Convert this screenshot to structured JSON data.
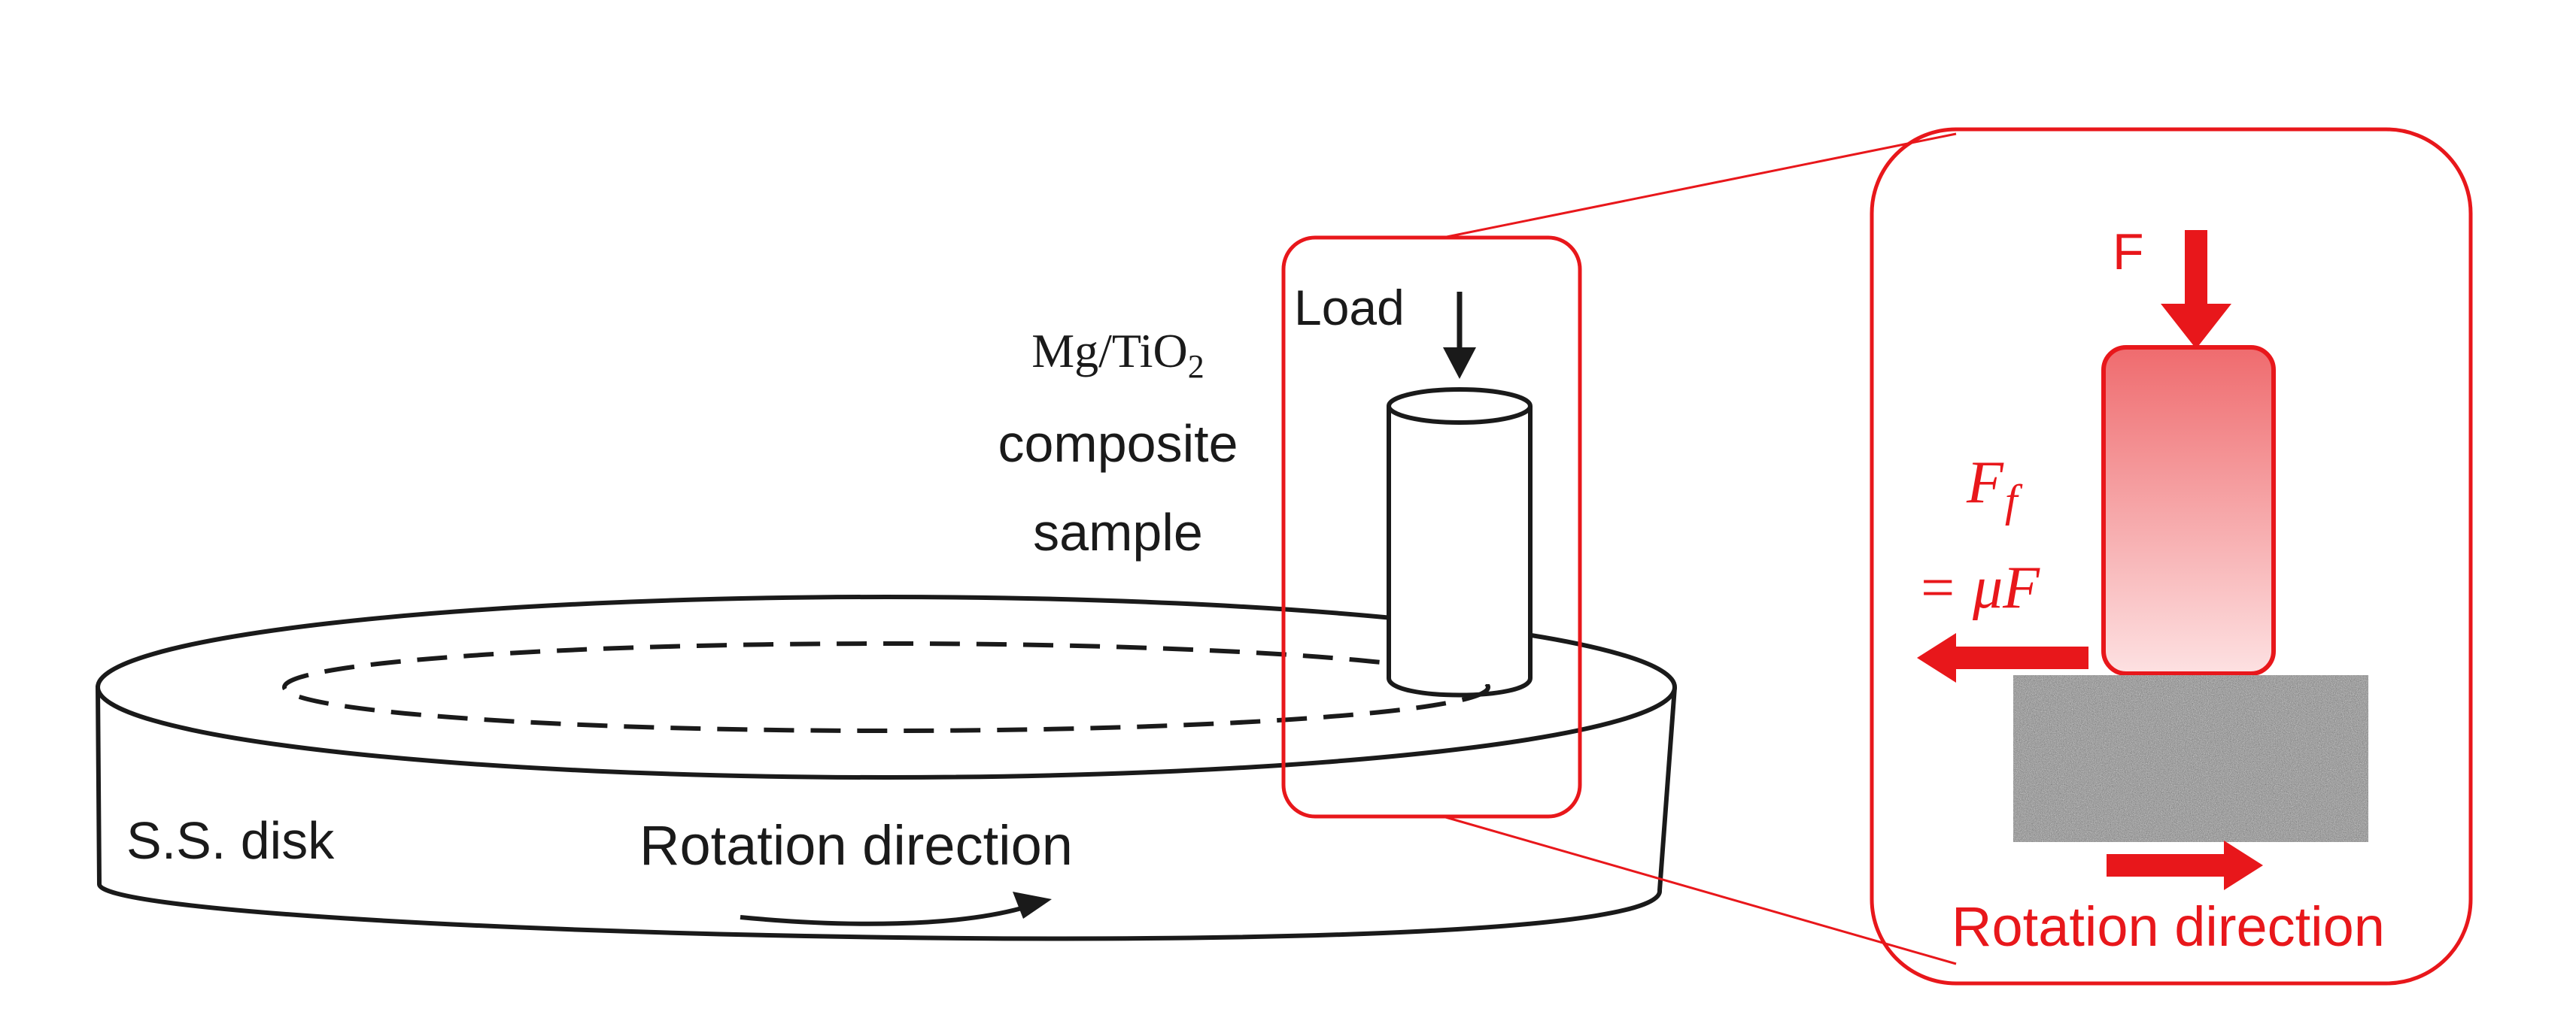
{
  "diagram": {
    "sample_label": {
      "line1_prefix": "Mg/TiO",
      "line1_subscript": "2",
      "line2": "composite",
      "line3": "sample"
    },
    "load_label": "Load",
    "disk_label": "S.S. disk",
    "rotation_label": "Rotation direction",
    "inset": {
      "force_label": "F",
      "friction_symbol": "F",
      "friction_subscript": "f",
      "friction_equation": "= μF",
      "rotation_label": "Rotation direction"
    },
    "colors": {
      "highlight": "#e8171b",
      "line": "#1a1a1a",
      "pin_fill_top": "#ef6b6e",
      "pin_fill_bottom": "#fde1e2",
      "surface_texture": "#8e8e8e"
    }
  }
}
